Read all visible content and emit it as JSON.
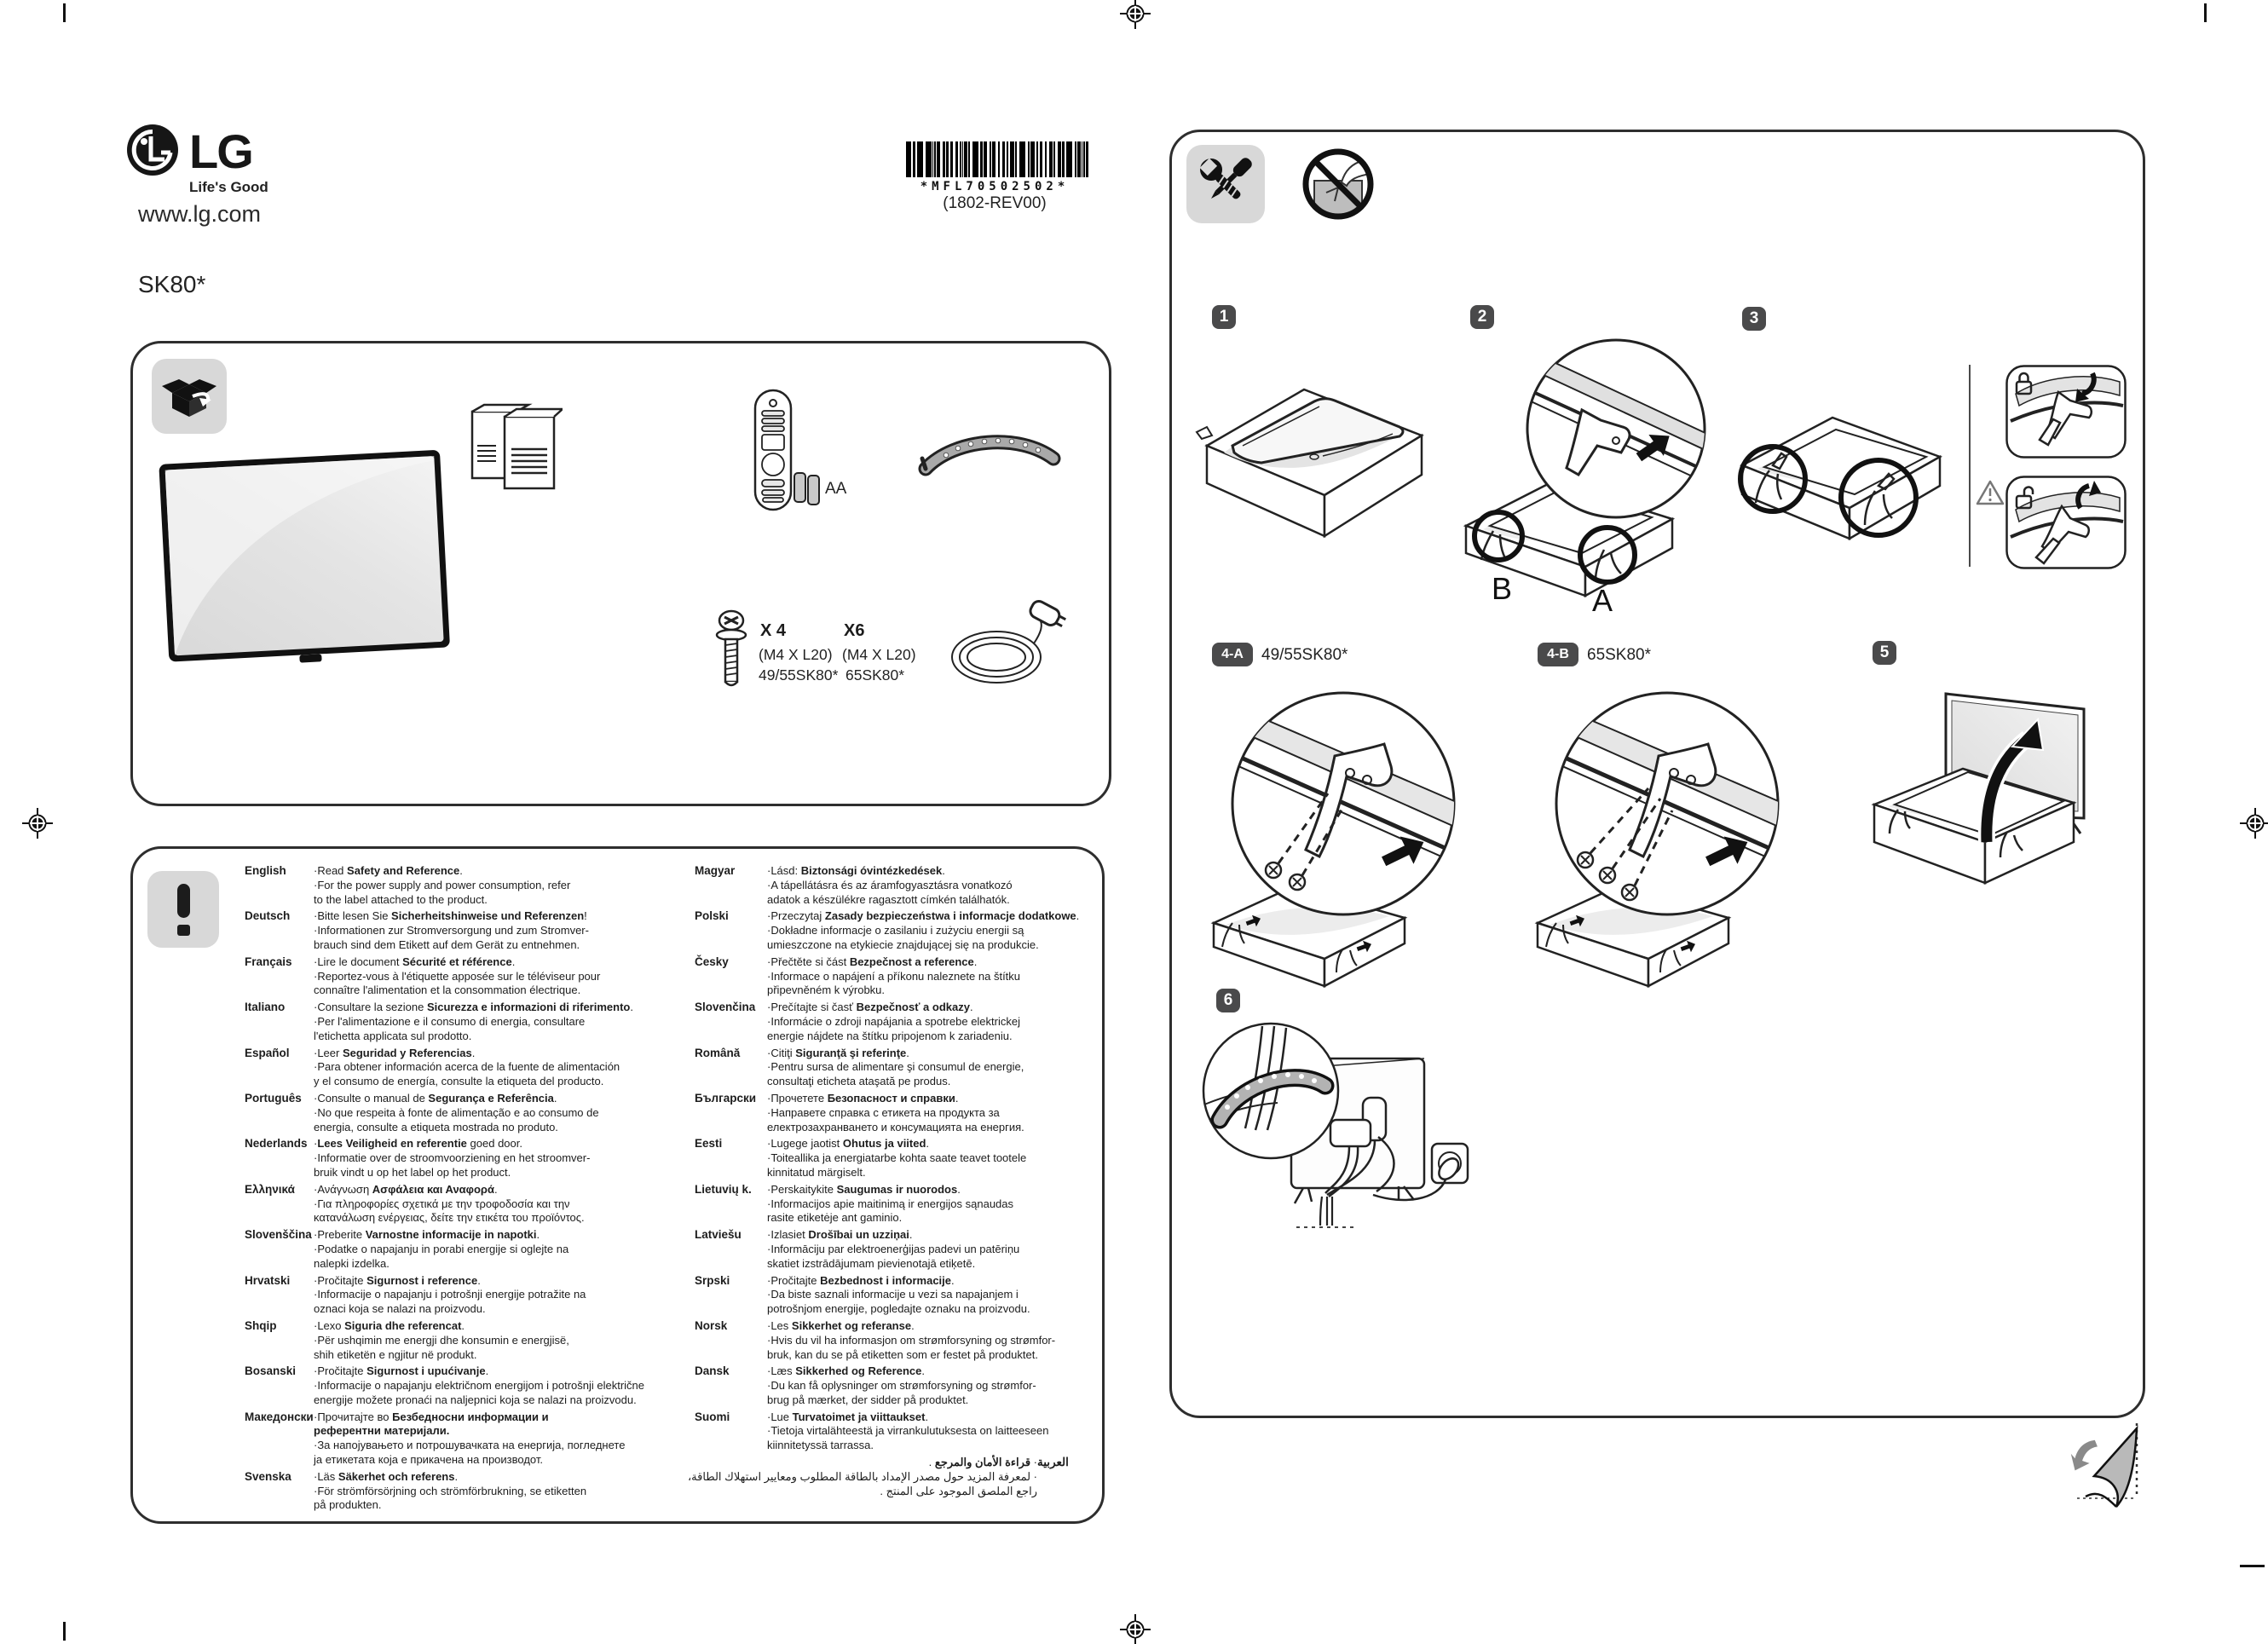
{
  "brand": {
    "wordmark": "LG",
    "tagline": "Life's Good",
    "website": "www.lg.com",
    "model": "SK80*",
    "logo_icon": "lg-face-logo-icon"
  },
  "barcode": {
    "code": "*MFL70502502*",
    "rev": "(1802-REV00)"
  },
  "accessories": {
    "battery": "AA",
    "screw_set_a": {
      "qty": "X 4",
      "spec": "(M4 X L20)",
      "models": "49/55SK80*"
    },
    "screw_set_b": {
      "qty": "X6",
      "spec": "(M4 X L20)",
      "models": "65SK80*"
    },
    "icons": [
      "unboxing-icon",
      "tv-icon",
      "manuals-icon",
      "remote-icon",
      "battery-icon",
      "cable-holder-icon",
      "screw-icon",
      "power-cord-icon"
    ]
  },
  "notices": {
    "icons": [
      "tools-icon",
      "do-not-press-screen-icon",
      "exclamation-icon"
    ]
  },
  "steps": {
    "n1": "1",
    "n2": "2",
    "n3": "3",
    "n4a": "4-A",
    "n4a_model": "49/55SK80*",
    "n4b": "4-B",
    "n4b_model": "65SK80*",
    "n5": "5",
    "n6": "6",
    "label_b": "B",
    "label_a": "A"
  },
  "colors": {
    "line": "#222222",
    "icon_bg": "#d8d8d8",
    "badge_bg": "#4a4a4b",
    "screen_gray": "#e6e6e6"
  },
  "languages": {
    "left": [
      {
        "label": "English",
        "lines": [
          "·Read **Safety and Reference**.",
          "·For the power supply and power consumption, refer",
          " to the label attached to the product."
        ]
      },
      {
        "label": "Deutsch",
        "lines": [
          "·Bitte lesen Sie **Sicherheitshinweise und Referenzen**!",
          "·Informationen zur Stromversorgung und zum Stromver-",
          " brauch sind dem Etikett auf dem Gerät zu entnehmen."
        ]
      },
      {
        "label": "Français",
        "lines": [
          "·Lire le document **Sécurité et référence**.",
          "·Reportez-vous à l'étiquette apposée sur le téléviseur pour",
          " connaître l'alimentation et la consommation électrique."
        ]
      },
      {
        "label": "Italiano",
        "lines": [
          "·Consultare la sezione **Sicurezza e informazioni di riferimento**.",
          "·Per l'alimentazione e il consumo di energia, consultare",
          " l'etichetta applicata sul prodotto."
        ]
      },
      {
        "label": "Español",
        "lines": [
          "·Leer **Seguridad y Referencias**.",
          "·Para obtener información acerca de la fuente de alimentación",
          " y el consumo de energía, consulte la etiqueta del producto."
        ]
      },
      {
        "label": "Português",
        "lines": [
          "·Consulte o manual de **Segurança e Referência**.",
          "·No que respeita à fonte de alimentação e ao consumo de",
          " energia, consulte a etiqueta mostrada no produto."
        ]
      },
      {
        "label": "Nederlands",
        "lines": [
          "·**Lees Veiligheid en referentie** goed door.",
          "·Informatie over de stroomvoorziening en het stroomver-",
          " bruik vindt u op het label op het product."
        ]
      },
      {
        "label": "Ελληνικά",
        "lines": [
          "·Ανάγνωση **Ασφάλεια και Αναφορά**.",
          "·Για πληροφορίες σχετικά με την τροφοδοσία και την",
          " κατανάλωση ενέργειας, δείτε την ετικέτα του προϊόντος."
        ]
      },
      {
        "label": "Slovenščina",
        "lines": [
          "·Preberite **Varnostne informacije in napotki**.",
          "·Podatke o napajanju in porabi energije si oglejte na",
          " nalepki izdelka."
        ]
      },
      {
        "label": "Hrvatski",
        "lines": [
          "·Pročitajte **Sigurnost i reference**.",
          "·Informacije o napajanju i potrošnji energije potražite na",
          " oznaci koja se nalazi na proizvodu."
        ]
      },
      {
        "label": "Shqip",
        "lines": [
          "·Lexo **Siguria dhe referencat**.",
          "·Për ushqimin me energji dhe konsumin e energjisë,",
          " shih etiketën e ngjitur në produkt."
        ]
      },
      {
        "label": "Bosanski",
        "lines": [
          "·Pročitajte **Sigurnost i upućivanje**.",
          "·Informacije o napajanju električnom energijom i potrošnji električne",
          " energije možete pronaći na naljepnici koja se nalazi na proizvodu."
        ]
      },
      {
        "label": "Македонски",
        "lines": [
          "·Прочитајте во **Безбедносни информации и**",
          " **референтни материјали.**",
          "·За напојувањето и потрошувачката на енергија, погледнете",
          " ја етикетата која е прикачена на производот."
        ]
      },
      {
        "label": "Svenska",
        "lines": [
          "·Läs **Säkerhet och referens**.",
          "·För strömförsörjning och strömförbrukning, se etiketten",
          " på produkten."
        ]
      }
    ],
    "right": [
      {
        "label": "Magyar",
        "lines": [
          "·Lásd: **Biztonsági óvintézkedések**.",
          "·A tápellátásra és az áramfogyasztásra vonatkozó",
          " adatok a készülékre ragasztott címkén találhatók."
        ]
      },
      {
        "label": "Polski",
        "lines": [
          "·Przeczytaj **Zasady bezpieczeństwa i informacje dodatkowe**.",
          "·Dokładne informacje o zasilaniu i zużyciu energii są",
          " umieszczone na etykiecie znajdującej się na produkcie."
        ]
      },
      {
        "label": "Česky",
        "lines": [
          "·Přečtěte si část **Bezpečnost a reference**.",
          "·Informace o napájení a příkonu naleznete na štítku",
          " připevněném k výrobku."
        ]
      },
      {
        "label": "Slovenčina",
        "lines": [
          "·Prečítajte si časť **Bezpečnosť a odkazy**.",
          "·Informácie o zdroji napájania a spotrebe elektrickej",
          " energie nájdete na štítku pripojenom k zariadeniu."
        ]
      },
      {
        "label": "Română",
        "lines": [
          "·Citiţi **Siguranţă şi referinţe**.",
          "·Pentru sursa de alimentare şi consumul de energie,",
          " consultaţi eticheta ataşată pe produs."
        ]
      },
      {
        "label": "Български",
        "lines": [
          "·Прочетете **Безопасност и справки**.",
          "·Направете справка с етикета на продукта за",
          " електрозахранването и консумацията на енергия."
        ]
      },
      {
        "label": "Eesti",
        "lines": [
          "·Lugege jaotist **Ohutus ja viited**.",
          "·Toiteallika ja energiatarbe kohta saate teavet tootele",
          " kinnitatud märgiselt."
        ]
      },
      {
        "label": "Lietuvių k.",
        "lines": [
          "·Perskaitykite **Saugumas ir nuorodos**.",
          "·Informacijos apie maitinimą ir energijos sąnaudas",
          " rasite etiketėje ant gaminio."
        ]
      },
      {
        "label": "Latviešu",
        "lines": [
          "·Izlasiet **Drošībai un uzziņai**.",
          "·Informāciju par elektroenerģijas padevi un patēriņu",
          " skatiet izstrādājumam pievienotajā etiķetē."
        ]
      },
      {
        "label": "Srpski",
        "lines": [
          "·Pročitajte **Bezbednost i informacije**.",
          "·Da biste saznali informacije u vezi sa napajanjem i",
          " potrošnjom energije, pogledajte oznaku na proizvodu."
        ]
      },
      {
        "label": "Norsk",
        "lines": [
          "·Les **Sikkerhet og referanse**.",
          "·Hvis du vil ha informasjon om strømforsyning og strømfor-",
          " bruk, kan du se på etiketten som er festet på produktet."
        ]
      },
      {
        "label": "Dansk",
        "lines": [
          "·Læs **Sikkerhed og Reference**.",
          "·Du kan få oplysninger om strømforsyning og strømfor-",
          " brug på mærket, der sidder på produktet."
        ]
      },
      {
        "label": "Suomi",
        "lines": [
          "·Lue **Turvatoimet ja viittaukset**.",
          "·Tietoja virtalähteestä ja virrankulutuksesta on laitteeseen",
          " kiinnitetyssä tarrassa."
        ]
      },
      {
        "label": "العربية",
        "rtl": true,
        "lines": [
          "· **قراءة الأمان والمرجع** .",
          "· لمعرفة المزيد حول مصدر الإمداد بالطاقة المطلوب ومعايير استهلاك الطاقة،",
          "راجع الملصق الموجود على المنتج ."
        ]
      }
    ]
  }
}
